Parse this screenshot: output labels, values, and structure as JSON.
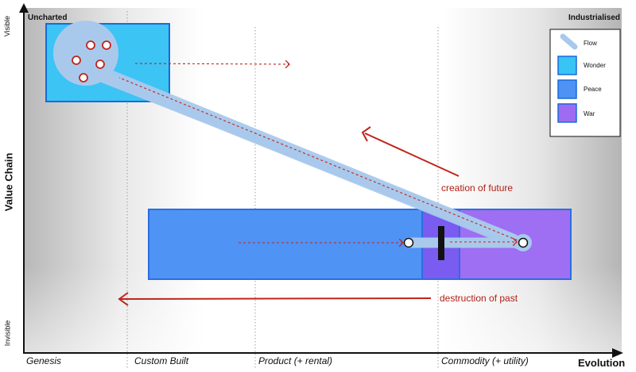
{
  "axes": {
    "y_title": "Value Chain",
    "x_title": "Evolution",
    "y_top": "Visible",
    "y_bottom": "Invisible"
  },
  "corners": {
    "left": "Uncharted",
    "right": "Industrialised"
  },
  "stages": [
    "Genesis",
    "Custom Built",
    "Product (+ rental)",
    "Commodity (+ utility)"
  ],
  "annotations": {
    "creation": "creation of future",
    "destruction": "destruction of past"
  },
  "legend": [
    {
      "label": "Flow",
      "color": "#a9c9ec"
    },
    {
      "label": "Wonder",
      "color": "#38c4f4"
    },
    {
      "label": "Peace",
      "color": "#4d92f4"
    },
    {
      "label": "War",
      "color": "#9d6cf2"
    }
  ],
  "colors": {
    "arrow": "#c0241a",
    "flow": "#a9c9ec"
  }
}
